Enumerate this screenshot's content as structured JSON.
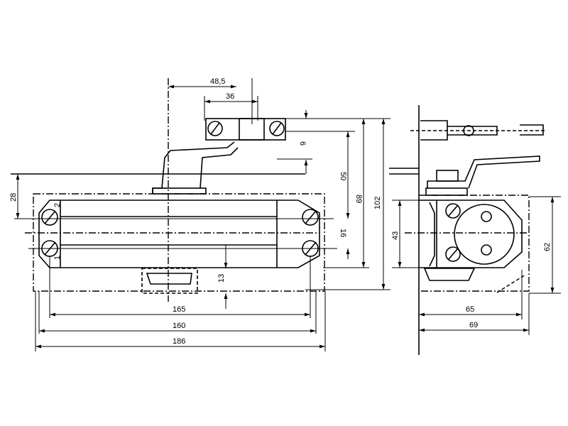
{
  "drawing": {
    "front_view": {
      "dimensions": {
        "arm_offset": "48,5",
        "bracket_screw_spacing": "36",
        "bracket_height": "6",
        "bracket_to_screw": "50",
        "total_height_89": "89",
        "total_height_102": "102",
        "door_to_screw": "28",
        "screw_spacing_vertical": "16",
        "shoe_height": "13",
        "screw_spacing_165": "165",
        "width_160": "160",
        "overall_width": "186"
      },
      "screw_labels": [
        "2",
        "1"
      ]
    },
    "side_view": {
      "dimensions": {
        "screw_spacing": "43",
        "height": "62",
        "depth_65": "65",
        "depth_69": "69"
      }
    }
  }
}
